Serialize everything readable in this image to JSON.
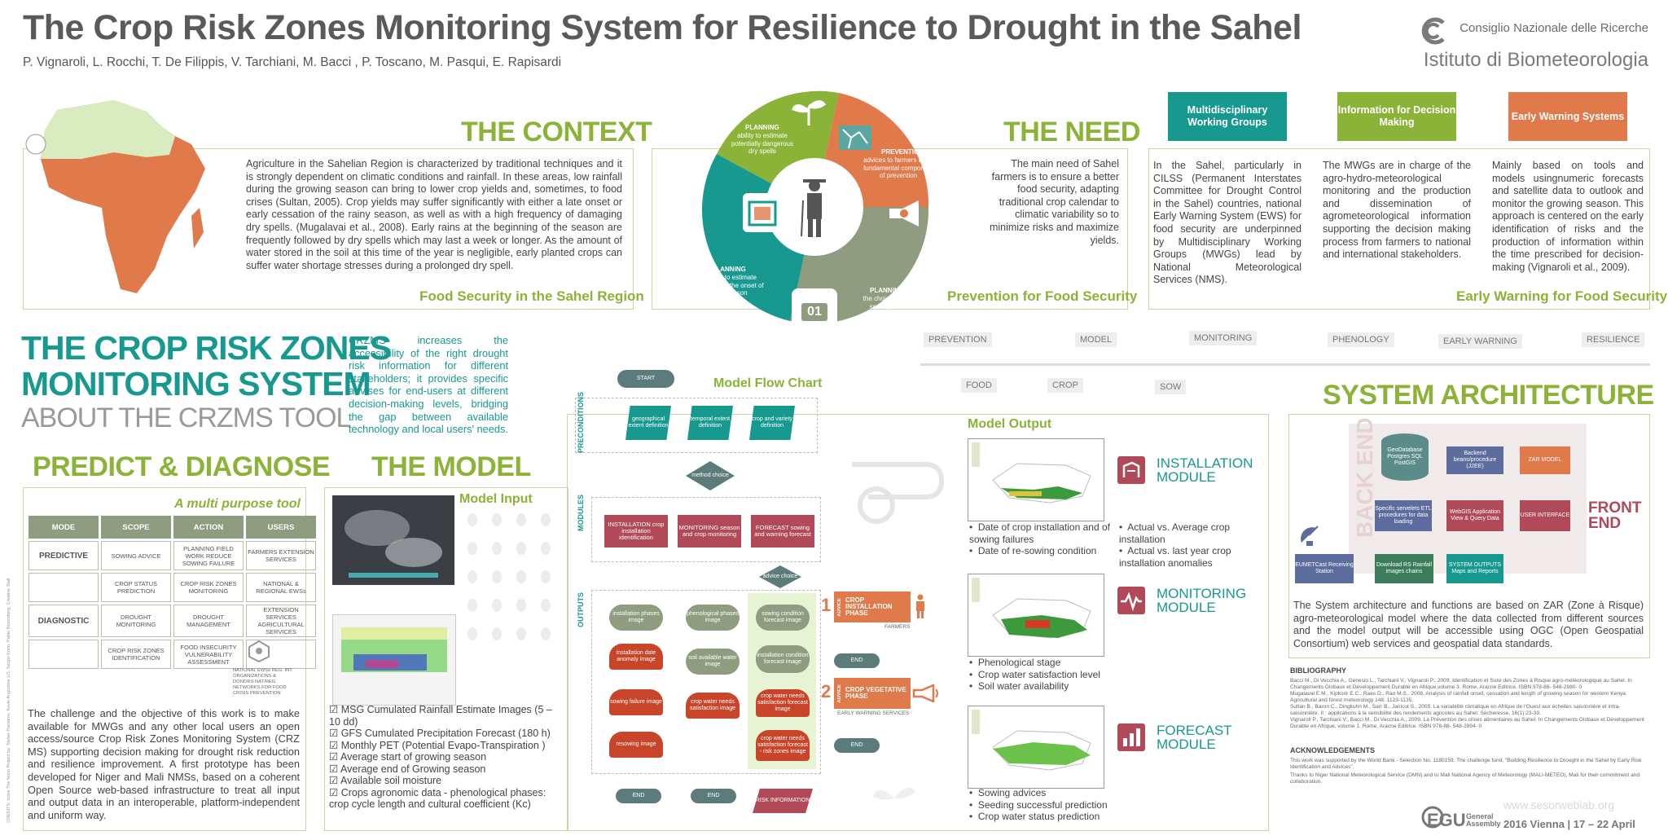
{
  "header": {
    "title": "The Crop Risk Zones Monitoring System for Resilience to Drought in the Sahel",
    "authors": "P. Vignaroli, L. Rocchi, T. De Filippis, V. Tarchiani, M. Bacci , P. Toscano, M. Pasqui, E. Rapisardi",
    "logo_line1": "Consiglio Nazionale delle Ricerche",
    "logo_line2": "Istituto di Biometeorologia"
  },
  "context": {
    "heading": "THE CONTEXT",
    "body": "Agriculture in the Sahelian Region is characterized by traditional techniques and it is strongly dependent on climatic conditions and rainfall. In these areas, low rainfall during the growing season can bring to lower crop yields and, sometimes, to food crises (Sultan, 2005). Crop yields may suffer significantly with either a late onset or early cessation of the rainy season, as well as with a high frequency of damaging dry spells. (Mugalavai et al., 2008). Early rains at the beginning of the season are frequently followed by dry spells which may last a week or longer. As the amount of water stored in the soil at this time of the year is negligible, early planted crops can suffer water shortage stresses during a prolonged dry spell.",
    "caption": "Food Security  in the Sahel Region"
  },
  "wheel": {
    "p1_title": "PLANNING",
    "p1_text": "ability to estimate potentially dangerous dry spells",
    "p2_title": "PREVENTION",
    "p2_text": "advices to farmers are a fundamental component of prevention",
    "p3_title": "PLANNING",
    "p3_text": "ability to estimate effectively the onset of the season",
    "p4_title": "PLANNING",
    "p4_text": "the choice of the sowing date",
    "calendar": "01"
  },
  "need": {
    "heading": "THE NEED",
    "body": "The main need of Sahel farmers is to ensure a better food security, adapting traditional crop calendar to climatic variability so to minimize risks and maximize yields.",
    "caption": "Prevention for Food Security"
  },
  "groups": {
    "g1_label": "Multidisciplinary Working Groups",
    "g2_label": "Information for Decision Making",
    "g3_label": "Early Warning Systems",
    "g1_text": "In the Sahel, particularly in CILSS (Permanent Interstates Committee for Drought Control in the Sahel) countries, national Early Warning System (EWS) for food security are underpinned by Multidisciplinary Working Groups (MWGs) lead by National Meteorological Services (NMS).",
    "g2_text": "The MWGs are in charge of the agro-hydro-meteorological monitoring and the production and dissemination of agrometeorological information supporting the decision making process from farmers to national and international stakeholders.",
    "g3_text": "Mainly based on tools and models usingnumeric forecasts and satellite data to outlook and monitor the growing season. This approach is centered on the early identification of risks and the production of information within the time prescribed for decision-making (Vignaroli et al., 2009).",
    "caption": "Early Warning for Food Security"
  },
  "crzms": {
    "line1": "THE CROP RISK ZONES",
    "line2": "MONITORING SYSTEM",
    "line3": "ABOUT THE  CRZMS TOOL",
    "blurb": "CRZMS increases the accessibility of the right drought risk information for different stakeholders; it provides specific advises for end-users at different decision-making levels, bridging the gap between available technology and local users' needs."
  },
  "timeline": {
    "top": [
      "PREVENTION",
      "MODEL",
      "MONITORING",
      "PHENOLOGY",
      "EARLY WARNING",
      "RESILIENCE"
    ],
    "bottom": [
      "FOOD",
      "CROP",
      "SOW"
    ]
  },
  "predict": {
    "heading": "PREDICT & DIAGNOSE",
    "subheading": "A multi purpose tool",
    "columns": [
      "MODE",
      "SCOPE",
      "ACTION",
      "USERS"
    ],
    "rows": [
      [
        "PREDICTIVE",
        "SOWING ADVICE",
        "PLANNING FIELD WORK REDUCE SOWING FAILURE",
        "FARMERS EXTENSION SERVICES"
      ],
      [
        "",
        "CROP STATUS PREDICTION",
        "CROP RISK ZONES MONITORING",
        "NATIONAL & REGIONAL EWSs"
      ],
      [
        "DIAGNOSTIC",
        "DROUGHT MONITORING",
        "DROUGHT MANAGEMENT",
        "EXTENSION SERVICES AGRICULTURAL SERVICES"
      ],
      [
        "",
        "CROP RISK ZONES IDENTIFICATION",
        "FOOD INSECURITY VULNERABILITY ASSESSMENT",
        ""
      ]
    ],
    "side_note": "NATIONAL EWSs REG. INT. ORGANIZATIONS & DONORS NAT/REG NETWORKS FOR FOOD CRISIS PREVENTION",
    "body": "The challenge and the objective of this work is to make available for MWGs and any other local users an open access/source Crop Risk Zones Monitoring System (CRZ MS) supporting decision making for drought risk reduction and resilience improvement. A first prototype has been developed for Niger and Mali NMSs, based on a coherent Open Source web-based infrastructure to treat all input and output data in an interoperable, platform-independent and uniform way.",
    "credits": "CREDITS: Icons The Noun Project by: Stefan Parnarov, Kevin Augustine LO, Sergei Korin, Pablo Rozenberg, Creative Stall"
  },
  "model": {
    "heading": "THE MODEL",
    "input_heading": "Model Input",
    "inputs": [
      "MSG Cumulated Rainfall Estimate Images (5 – 10 dd)",
      "GFS Cumulated Precipitation Forecast (180 h)",
      "Monthly PET (Potential Evapo-Transpiration )",
      "Average start of growing season",
      "Average end of Growing season",
      "Available soil moisture",
      "Crops agronomic data  - phenological phases: crop cycle length and cultural coefficient (Kc)"
    ]
  },
  "flow": {
    "heading": "Model Flow Chart",
    "start": "START",
    "sec_pre": "PRECONDITIONS",
    "sec_mod": "MODULES",
    "sec_out": "OUTPUTS",
    "pre": [
      "geographical extent definition",
      "temporal extent definition",
      "crop and variety definition"
    ],
    "method": "method choice",
    "modules": [
      "INSTALLATION crop installation identification",
      "MONITORING season and crop monitoring",
      "FORECAST sowing and warning forecast"
    ],
    "advice_choice": "advice choice",
    "out_c1": [
      "installation phases image",
      "installation date anomaly image",
      "sowing failure image",
      "resowing image"
    ],
    "out_c2": [
      "phenological phases image",
      "soil available water image",
      "crop water needs satisfaction image"
    ],
    "out_c3": [
      "sowing condition forecast image",
      "installation condition forecast image",
      "crop water needs satisfaction forecast image",
      "crop water needs satisfaction forecast - risk zones image"
    ],
    "end": "END",
    "risk": "RISK INFORMATION",
    "num1": "1",
    "num2": "2",
    "adv1": "CROP INSTALLATION PHASE",
    "adv2": "CROP VEGETATIVE PHASE",
    "adv_tag": "ADVICE",
    "farmers": "FARMERS",
    "ews": "EARLY WARNING SERVICES"
  },
  "output": {
    "heading": "Model Output",
    "inst_module": "INSTALLATION MODULE",
    "mon_module": "MONITORING MODULE",
    "fc_module": "FORECAST MODULE",
    "inst_b1": [
      "Date of crop installation and of sowing failures",
      "Date of re-sowing condition"
    ],
    "inst_b2": [
      "Actual vs. Average crop installation",
      "Actual vs. last year crop installation anomalies"
    ],
    "mon_b": [
      "Phenological stage",
      "Crop water satisfaction level",
      "Soil water availability"
    ],
    "fc_b": [
      "Sowing advices",
      "Seeding successful prediction",
      "Crop water status prediction"
    ]
  },
  "arch": {
    "heading": "SYSTEM ARCHITECTURE",
    "back_end": "BACK END",
    "front_end": "FRONT END",
    "geodb": "GeoDatabase Postgres SQL PostGIS",
    "backend_beans": "Backend beans/procedure (J2EE)",
    "zar": "ZAR MODEL",
    "servelets": "Specific servelets ETL procedures for data loading",
    "webgis": "WebGIS Application View & Query Data",
    "ui": "USER INTERFACE",
    "eumetcast": "EUMETCast Receiving Station",
    "download": "Download RS Rainfall images chains",
    "sysout": "SYSTEM OUTPUTS Maps and Reports",
    "body": "The System architecture and functions are based on ZAR (Zone à Risque) agro-meteorological model where the data collected from different sources and the model output will be accessible using OGC (Open Geospatial Consortium) web services and geospatial data standards."
  },
  "biblio": {
    "heading": "BIBLIOGRAPHY",
    "refs": [
      "Bacci M., Di Vecchia A., Genesio L., Tarchiani V., Vignaroli P., 2009. Identification et Suivi des Zones à Risque agro-météorologique au Sahel. In Changements Globaux et Développement Durable en Afrique,volume 3. Rome, Aracne Editrice. ISBN 978-88- 548-2980- 0",
      "Mugalavai E.M., Kipkorir E.C., Raes D., Rao M.S., 2008. Analysis of rainfall onset, cessation and length of growing season for western Kenya. Agricultural and forest meteorology 148: 1123-1135.",
      "Sultan B., Baron C., Dingkuhn M., Sarr B., Janicot S., 2005. La variabilité climatique en Afrique de l'Ouest aux échelles saisonnière et intra-saisonnière. II : applications à la sensibilité des rendements agricoles au Sahel. Sécheresse, 16(1):23-33.",
      "Vignaroli P., Tarchiani V., Bacci M., Di Vecchia A., 2009. La Prévention des crises alimentaires au Sahel. In Changements Globaux et Développement Durable en Afrique, volume 1. Rome, Aracne Editrice. ISBN 978-88- 548-2894- 0"
    ]
  },
  "ack": {
    "heading": "ACKNOWLEDGEMENTS",
    "text1": "This work was supported by the World Bank - Selection No. 1180159. The challenge fund, \"Building Resilience to Drought in the Sahel by Early Risk Identification and Advices\".",
    "text2": "Thanks to Niger National Meteorological Service (DMN) and to  Mali National Agency of Meteorology (MALI-METEO), Mali for their commitment and collaboration."
  },
  "footer": {
    "website": "www.sesorwebiab.org",
    "egu": "EGU",
    "egu_sub": "General Assembly",
    "event": "2016 Vienna | 17 – 22 April"
  },
  "colors": {
    "green": "#8ab337",
    "teal": "#17998f",
    "orange": "#e07a4b",
    "wine": "#b04a58",
    "sage": "#8f9c7f"
  }
}
